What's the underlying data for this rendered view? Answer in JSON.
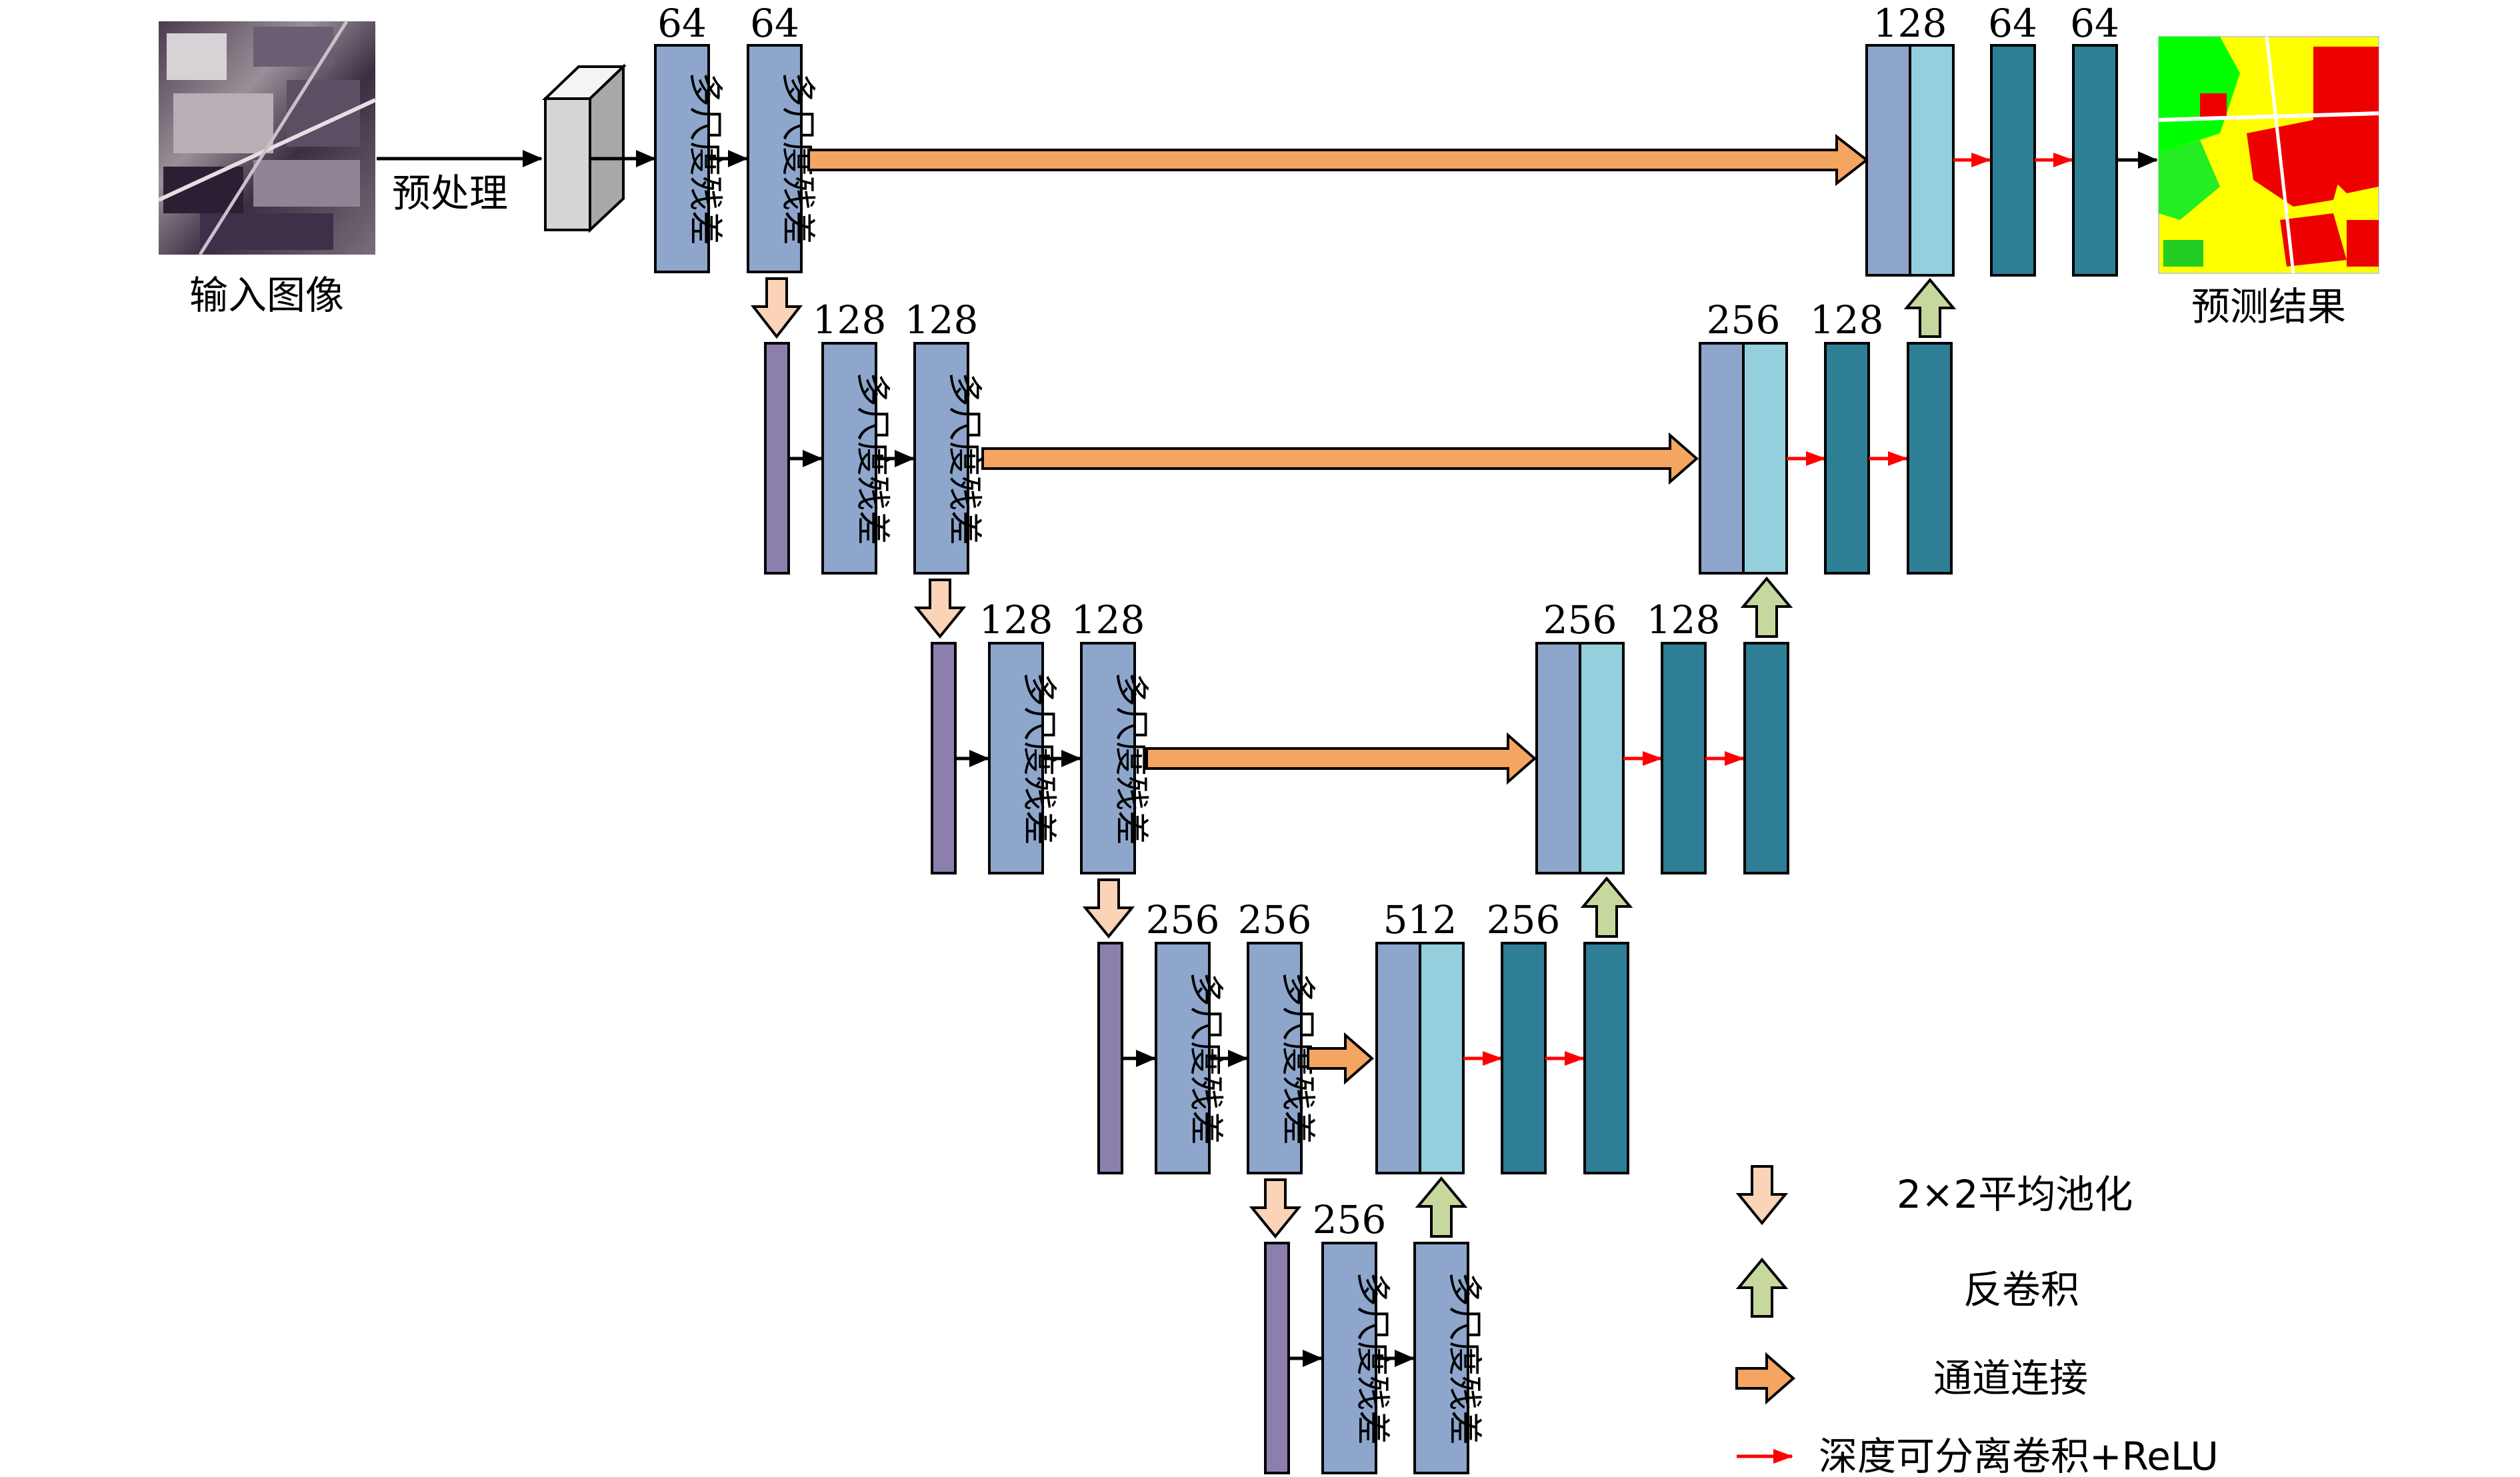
{
  "labels": {
    "input_caption": "输入图像",
    "preprocess": "预处理",
    "output_caption": "预测结果",
    "block_text": "多尺度残差"
  },
  "channels": {
    "enc1_a": "64",
    "enc1_b": "64",
    "enc2_a": "128",
    "enc2_b": "128",
    "enc3_a": "128",
    "enc3_b": "128",
    "enc4_a": "256",
    "enc4_b": "256",
    "enc5": "256",
    "dec4_concat": "512",
    "dec4_conv": "256",
    "dec3_concat": "256",
    "dec3_conv": "128",
    "dec2_concat": "256",
    "dec2_conv": "128",
    "dec1_concat": "128",
    "dec1_conv_a": "64",
    "dec1_conv_b": "64"
  },
  "legend": {
    "pool": "2×2平均池化",
    "deconv": "反卷积",
    "concat": "通道连接",
    "sepconv": "深度可分离卷积+ReLU"
  },
  "colors": {
    "block_fill": "#8ea6cc",
    "pool_bar": "#8c7fae",
    "concat_light": "#93cfdc",
    "conv_teal": "#2e7e96",
    "skip_arrow": "#f3a561",
    "pool_arrow": "#fbd3b6",
    "deconv_arrow": "#c7d89e",
    "sepconv_arrow": "#ff0000"
  }
}
